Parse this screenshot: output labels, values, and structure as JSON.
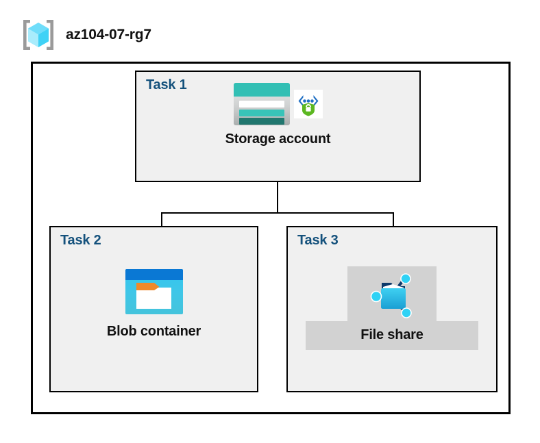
{
  "header": {
    "title": "az104-07-rg7",
    "icon": "resource-group-icon"
  },
  "diagram": {
    "type": "azure-architecture",
    "container_label": "az104-07-rg7",
    "tasks": [
      {
        "id": "task1",
        "label": "Task 1",
        "node_caption": "Storage account",
        "icons": [
          "storage-account-icon",
          "secure-transfer-encryption-icon"
        ],
        "highlighted": false
      },
      {
        "id": "task2",
        "label": "Task 2",
        "node_caption": "Blob container",
        "icons": [
          "blob-container-icon"
        ],
        "highlighted": false
      },
      {
        "id": "task3",
        "label": "Task 3",
        "node_caption": "File share",
        "icons": [
          "file-share-icon"
        ],
        "highlighted": true
      }
    ],
    "connections": [
      {
        "from": "Storage account",
        "to": "Blob container"
      },
      {
        "from": "Storage account",
        "to": "File share"
      }
    ]
  },
  "colors": {
    "task_label": "#14517c",
    "task_fill": "#f0f0f0",
    "border": "#000000",
    "highlight": "#d2d2d2",
    "storage_teal": "#32bfb4",
    "blob_blue": "#0a78d4",
    "blob_cyan": "#3fc6e8",
    "shield_green": "#5cb721",
    "bracket_blue": "#1f6fc4"
  }
}
